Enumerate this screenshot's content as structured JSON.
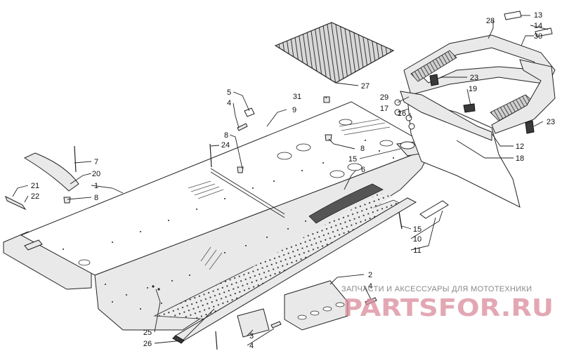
{
  "callouts": [
    {
      "id": "c13",
      "label": "13"
    },
    {
      "id": "c14",
      "label": "14"
    },
    {
      "id": "c28",
      "label": "28"
    },
    {
      "id": "c30",
      "label": "30"
    },
    {
      "id": "c23a",
      "label": "23"
    },
    {
      "id": "c19",
      "label": "19"
    },
    {
      "id": "c23b",
      "label": "23"
    },
    {
      "id": "c12",
      "label": "12"
    },
    {
      "id": "c18",
      "label": "18"
    },
    {
      "id": "c27",
      "label": "27"
    },
    {
      "id": "c29",
      "label": "29"
    },
    {
      "id": "c17",
      "label": "17"
    },
    {
      "id": "c16",
      "label": "16"
    },
    {
      "id": "c31",
      "label": "31"
    },
    {
      "id": "c5",
      "label": "5"
    },
    {
      "id": "c4a",
      "label": "4"
    },
    {
      "id": "c9",
      "label": "9"
    },
    {
      "id": "c8a",
      "label": "8"
    },
    {
      "id": "c24",
      "label": "24"
    },
    {
      "id": "c8b",
      "label": "8"
    },
    {
      "id": "c15a",
      "label": "15"
    },
    {
      "id": "c6",
      "label": "6"
    },
    {
      "id": "c7",
      "label": "7"
    },
    {
      "id": "c20",
      "label": "20"
    },
    {
      "id": "c1",
      "label": "1"
    },
    {
      "id": "c21",
      "label": "21"
    },
    {
      "id": "c22",
      "label": "22"
    },
    {
      "id": "c8c",
      "label": "8"
    },
    {
      "id": "c15b",
      "label": "15"
    },
    {
      "id": "c10",
      "label": "10"
    },
    {
      "id": "c11",
      "label": "11"
    },
    {
      "id": "c2",
      "label": "2"
    },
    {
      "id": "c4b",
      "label": "4"
    },
    {
      "id": "c25",
      "label": "25"
    },
    {
      "id": "c26",
      "label": "26"
    },
    {
      "id": "c3",
      "label": "3"
    },
    {
      "id": "c4c",
      "label": "4"
    }
  ],
  "watermark": {
    "text": "ЗАПЧАСТИ И АКСЕССУАРЫ ДЛЯ МОТОТЕХНИКИ",
    "logo": "PARTSFOR.RU"
  }
}
